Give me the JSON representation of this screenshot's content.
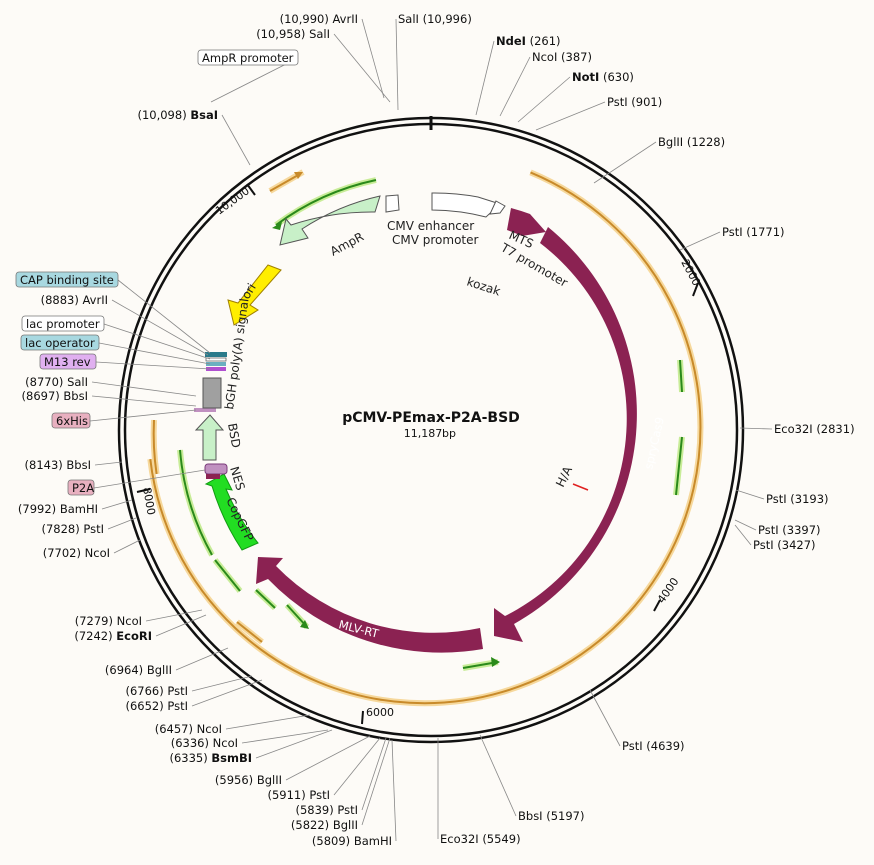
{
  "map": {
    "title": "pCMV-PEmax-P2A-BSD",
    "length_text": "11,187",
    "length_unit": "bp",
    "length_bp": 11187,
    "tick_labels": [
      "2000",
      "4000",
      "6000",
      "8000",
      "10,000"
    ],
    "tick_values": [
      2000,
      4000,
      6000,
      8000,
      10000
    ]
  },
  "features": [
    {
      "name": "CMV enhancer",
      "start": 10996,
      "end": 200,
      "color": "#ffffff"
    },
    {
      "name": "CMV promoter",
      "start": 200,
      "end": 404,
      "color": "#ffffff"
    },
    {
      "name": "MTS",
      "start": 420,
      "end": 700,
      "color": "#8b2252"
    },
    {
      "name": "T7 promoter",
      "start": 440,
      "end": 460,
      "color": "#ffffff"
    },
    {
      "name": "kozak",
      "start": 470,
      "end": 480,
      "color": "#ffffff"
    },
    {
      "name": "spryCas9",
      "start": 700,
      "end": 4900,
      "color": "#8b2252"
    },
    {
      "name": "H/A",
      "start": 3000,
      "end": 3010,
      "color": "#e02020"
    },
    {
      "name": "MLV-RT",
      "start": 5000,
      "end": 7000,
      "color": "#8b2252"
    },
    {
      "name": "CopGFP",
      "start": 7230,
      "end": 7700,
      "color": "#22dd22"
    },
    {
      "name": "NES",
      "start": 7810,
      "end": 7900,
      "color": "#c090c0"
    },
    {
      "name": "BSD",
      "start": 8000,
      "end": 8400,
      "color": "#c8f0c8"
    },
    {
      "name": "bGH poly(A) signal",
      "start": 8430,
      "end": 8650,
      "color": "#a0a0a0"
    },
    {
      "name": "ori",
      "start": 9050,
      "end": 9640,
      "color": "#ffee00"
    },
    {
      "name": "AmpR",
      "start": 9800,
      "end": 10660,
      "color": "#c8f0c8"
    },
    {
      "name": "AmpR promoter",
      "start": 10660,
      "end": 10760,
      "color": "#ffffff"
    }
  ],
  "boxed_labels": [
    {
      "text": "AmpR promoter",
      "color": "#ffffff"
    },
    {
      "text": "CAP binding site",
      "color": "#a8d8e0"
    },
    {
      "text": "lac promoter",
      "color": "#ffffff"
    },
    {
      "text": "lac operator",
      "color": "#a8d8e0"
    },
    {
      "text": "M13 rev",
      "color": "#e0b0f0"
    },
    {
      "text": "6xHis",
      "color": "#e8b0c0"
    },
    {
      "text": "P2A",
      "color": "#e8b0c0"
    }
  ],
  "sites": [
    {
      "name": "AvrII",
      "pos": "(10,990)",
      "bold": false
    },
    {
      "name": "SalI",
      "pos": "(10,996)",
      "bold": false
    },
    {
      "name": "SalI",
      "pos": "(10,958)",
      "bold": false
    },
    {
      "name": "NdeI",
      "pos": "(261)",
      "bold": true
    },
    {
      "name": "NcoI",
      "pos": "(387)",
      "bold": false
    },
    {
      "name": "NotI",
      "pos": "(630)",
      "bold": true
    },
    {
      "name": "PstI",
      "pos": "(901)",
      "bold": false
    },
    {
      "name": "BglII",
      "pos": "(1228)",
      "bold": false
    },
    {
      "name": "PstI",
      "pos": "(1771)",
      "bold": false
    },
    {
      "name": "Eco32I",
      "pos": "(2831)",
      "bold": false
    },
    {
      "name": "PstI",
      "pos": "(3193)",
      "bold": false
    },
    {
      "name": "PstI",
      "pos": "(3397)",
      "bold": false
    },
    {
      "name": "PstI",
      "pos": "(3427)",
      "bold": false
    },
    {
      "name": "PstI",
      "pos": "(4639)",
      "bold": false
    },
    {
      "name": "BbsI",
      "pos": "(5197)",
      "bold": false
    },
    {
      "name": "Eco32I",
      "pos": "(5549)",
      "bold": false
    },
    {
      "name": "BamHI",
      "pos": "(5809)",
      "bold": false
    },
    {
      "name": "BglII",
      "pos": "(5822)",
      "bold": false
    },
    {
      "name": "PstI",
      "pos": "(5839)",
      "bold": false
    },
    {
      "name": "PstI",
      "pos": "(5911)",
      "bold": false
    },
    {
      "name": "BglII",
      "pos": "(5956)",
      "bold": false
    },
    {
      "name": "BsmBI",
      "pos": "(6335)",
      "bold": true
    },
    {
      "name": "NcoI",
      "pos": "(6336)",
      "bold": false
    },
    {
      "name": "NcoI",
      "pos": "(6457)",
      "bold": false
    },
    {
      "name": "PstI",
      "pos": "(6652)",
      "bold": false
    },
    {
      "name": "PstI",
      "pos": "(6766)",
      "bold": false
    },
    {
      "name": "BglII",
      "pos": "(6964)",
      "bold": false
    },
    {
      "name": "EcoRI",
      "pos": "(7242)",
      "bold": true
    },
    {
      "name": "NcoI",
      "pos": "(7279)",
      "bold": false
    },
    {
      "name": "NcoI",
      "pos": "(7702)",
      "bold": false
    },
    {
      "name": "PstI",
      "pos": "(7828)",
      "bold": false
    },
    {
      "name": "BamHI",
      "pos": "(7992)",
      "bold": false
    },
    {
      "name": "BbsI",
      "pos": "(8143)",
      "bold": false
    },
    {
      "name": "BbsI",
      "pos": "(8697)",
      "bold": false
    },
    {
      "name": "SalI",
      "pos": "(8770)",
      "bold": false
    },
    {
      "name": "AvrII",
      "pos": "(8883)",
      "bold": false
    },
    {
      "name": "BsaI",
      "pos": "(10,098)",
      "bold": true
    }
  ]
}
